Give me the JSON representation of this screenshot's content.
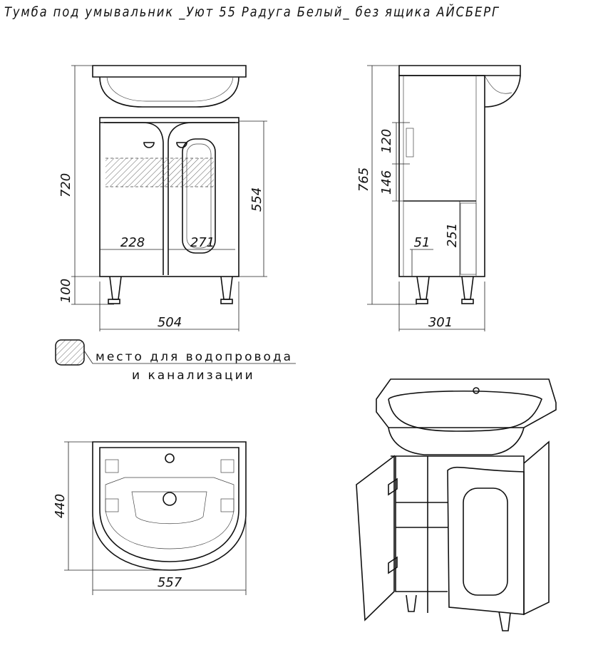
{
  "title": "Тумба под умывальник _Уют 55 Радуга Белый_ без ящика АЙСБЕРГ",
  "front_view": {
    "dims": {
      "total_height": "720",
      "leg_height": "100",
      "body_height": "554",
      "width": "504",
      "left_door": "228",
      "right_door": "271"
    }
  },
  "side_view": {
    "dims": {
      "total_height": "765",
      "shelf_gap_top": "120",
      "shelf_gap": "146",
      "bottom_height": "251",
      "offset": "51",
      "depth": "301"
    }
  },
  "top_view": {
    "dims": {
      "depth": "440",
      "width": "557"
    }
  },
  "legend": {
    "line1": "место для водопровода",
    "line2": "и канализации"
  }
}
